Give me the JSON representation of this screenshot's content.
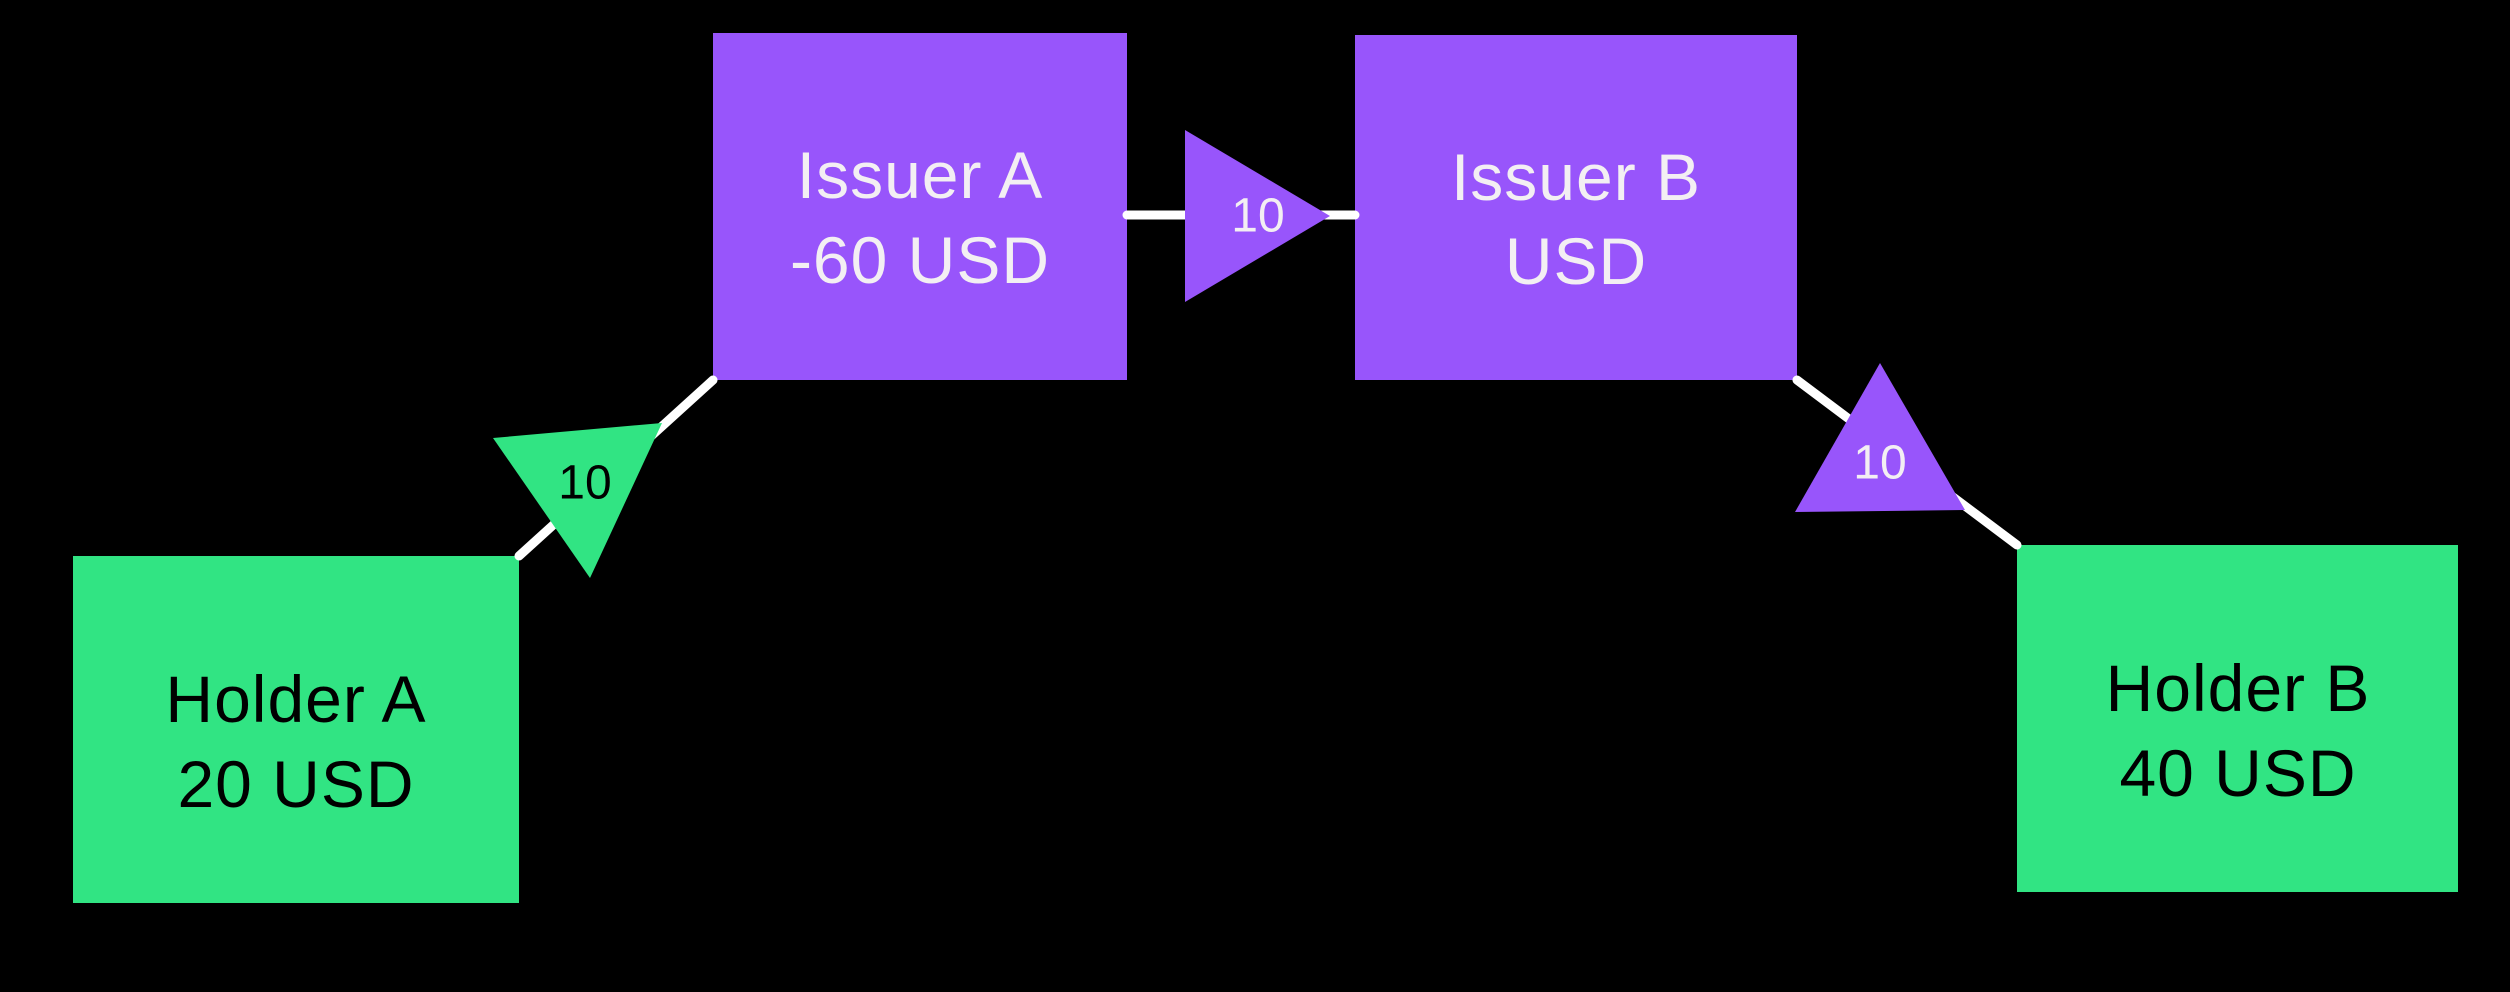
{
  "diagram": {
    "description": "Token transfer ledger flow between holders and issuers",
    "colors": {
      "background": "#000000",
      "holder_fill": "#31e483",
      "issuer_fill": "#9855fb",
      "link_stroke": "#ffffff",
      "holder_text": "#000000",
      "issuer_text": "#f3eff3",
      "amount_on_green": "#000000",
      "amount_on_purple": "#f3eff3"
    },
    "nodes": [
      {
        "id": "holder-a",
        "type": "holder",
        "name": "Holder A",
        "balance": "20 USD"
      },
      {
        "id": "issuer-a",
        "type": "issuer",
        "name": "Issuer A",
        "balance": "-60 USD"
      },
      {
        "id": "issuer-b",
        "type": "issuer",
        "name": "Issuer B",
        "balance": "USD"
      },
      {
        "id": "holder-b",
        "type": "holder",
        "name": "Holder B",
        "balance": "40 USD"
      }
    ],
    "edges": [
      {
        "id": "edge-holder-a-issuer-a",
        "from": "Holder A",
        "to": "Issuer A",
        "amount": "10"
      },
      {
        "id": "edge-issuer-a-issuer-b",
        "from": "Issuer A",
        "to": "Issuer B",
        "amount": "10"
      },
      {
        "id": "edge-issuer-b-holder-b",
        "from": "Issuer B",
        "to": "Holder B",
        "amount": "10"
      }
    ]
  }
}
